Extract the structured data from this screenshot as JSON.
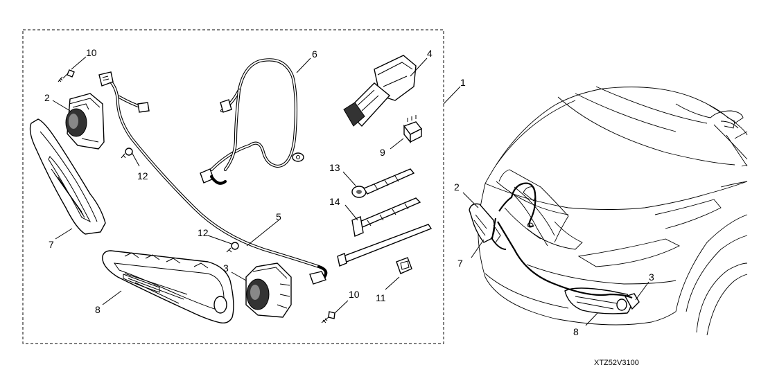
{
  "diagram": {
    "callouts_kit": [
      "10",
      "6",
      "4",
      "2",
      "1",
      "9",
      "12",
      "13",
      "14",
      "7",
      "5",
      "12",
      "3",
      "11",
      "8",
      "10"
    ],
    "callouts_car": [
      "2",
      "7",
      "3",
      "8"
    ],
    "code": "XTZ52V3100"
  }
}
